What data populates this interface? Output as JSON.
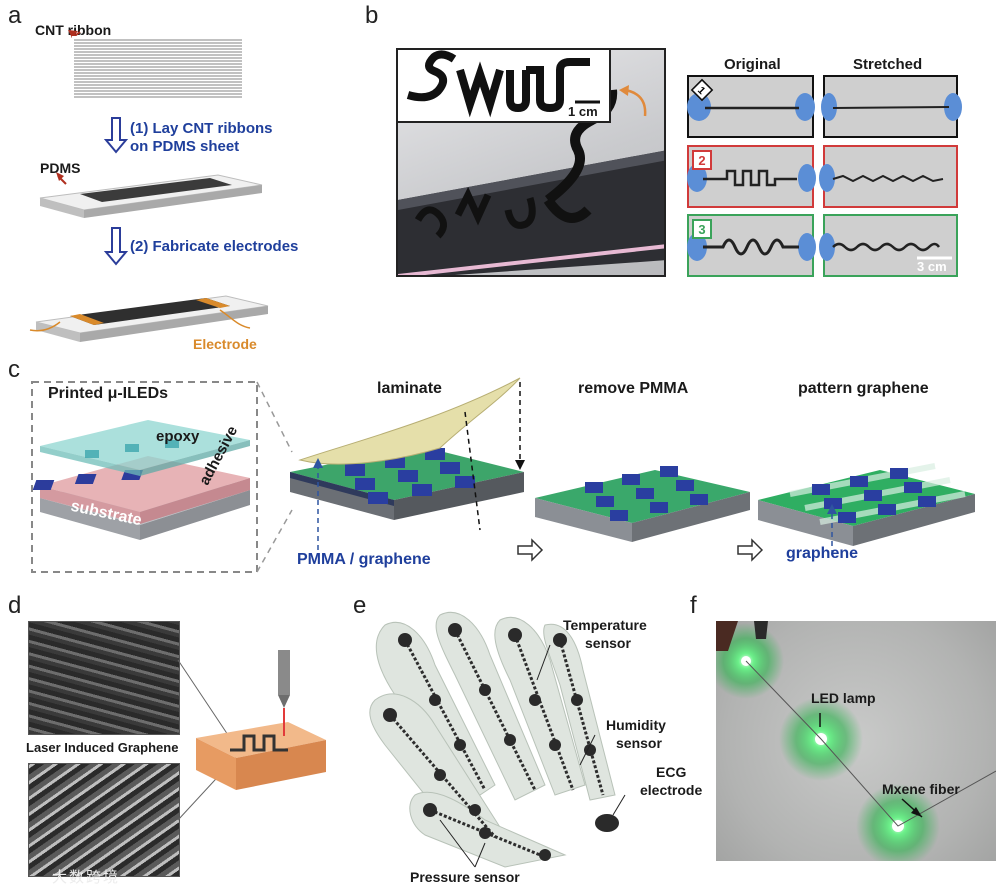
{
  "panels": {
    "a": {
      "label": "a",
      "cnt_ribbon": "CNT ribbon",
      "step1_line1": "(1) Lay CNT ribbons",
      "step1_line2": "on PDMS sheet",
      "pdms": "PDMS",
      "step2": "(2) Fabricate electrodes",
      "electrode": "Electrode"
    },
    "b": {
      "label": "b",
      "logo_text": "SNU",
      "scale_top": "1 cm",
      "col_original": "Original",
      "col_stretched": "Stretched",
      "row_numbers": [
        "1",
        "2",
        "3"
      ],
      "scale_bottom": "3 cm"
    },
    "c": {
      "label": "c",
      "printed": "Printed μ-ILEDs",
      "epoxy": "epoxy",
      "adhesive": "adhesive",
      "substrate": "substrate",
      "laminate": "laminate",
      "remove": "remove PMMA",
      "pattern": "pattern graphene",
      "pmma_graphene": "PMMA / graphene",
      "graphene": "graphene"
    },
    "d": {
      "label": "d",
      "lig": "Laser Induced Graphene"
    },
    "e": {
      "label": "e",
      "temp1": "Temperature",
      "temp2": "sensor",
      "hum1": "Humidity",
      "hum2": "sensor",
      "ecg1": "ECG",
      "ecg2": "electrode",
      "pressure": "Pressure sensor"
    },
    "f": {
      "label": "f",
      "led": "LED lamp",
      "mxene": "Mxene fiber"
    },
    "watermark": "大数跨境"
  },
  "colors": {
    "text_blue": "#1f3f9c",
    "electrode_orange": "#d98a2b",
    "arrow_red": "#b03020",
    "led_green": "#33d94a",
    "box_black": "#111111",
    "box_red": "#d13a3a",
    "box_green": "#3aa35a"
  }
}
